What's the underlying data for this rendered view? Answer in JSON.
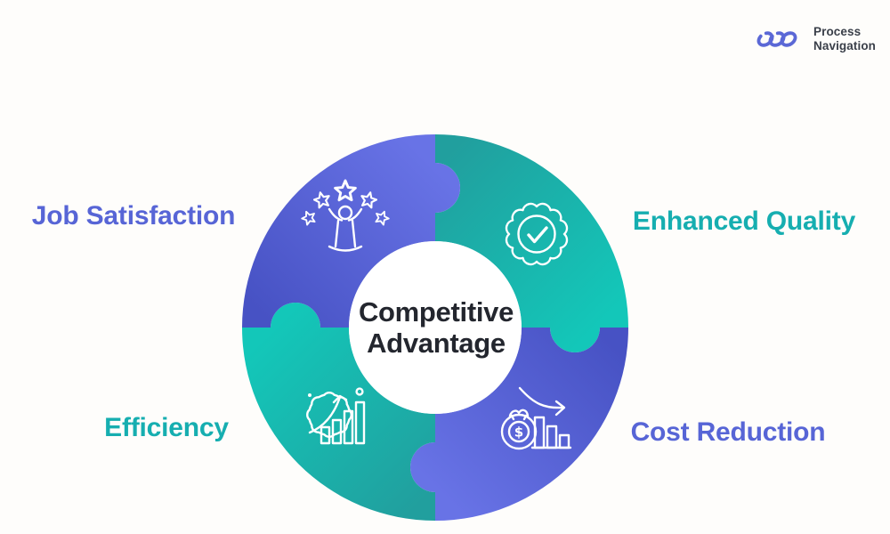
{
  "brand": {
    "name_line1": "Process",
    "name_line2": "Navigation",
    "logo_color": "#5b68d6",
    "text_color": "#3a3f49"
  },
  "diagram": {
    "center": {
      "title_line1": "Competitive",
      "title_line2": "Advantage"
    },
    "segments": [
      {
        "label": "Job Satisfaction",
        "position": "top-left",
        "color_theme": "purple",
        "icon": "person-with-stars"
      },
      {
        "label": "Enhanced Quality",
        "position": "top-right",
        "color_theme": "teal",
        "icon": "verified-badge-check"
      },
      {
        "label": "Efficiency",
        "position": "bottom-left",
        "color_theme": "teal",
        "icon": "gear-growth-chart"
      },
      {
        "label": "Cost Reduction",
        "position": "bottom-right",
        "color_theme": "purple",
        "icon": "money-bag-decline-chart"
      }
    ],
    "colors": {
      "purple_light": "#6873e6",
      "purple_dark": "#4752c4",
      "teal_light": "#13c7b9",
      "teal_dark": "#219f9e",
      "title_text": "#23262e",
      "label_purple": "#5765d6",
      "label_teal": "#16aeb0"
    }
  },
  "icons": {
    "dollar_symbol": "$"
  }
}
